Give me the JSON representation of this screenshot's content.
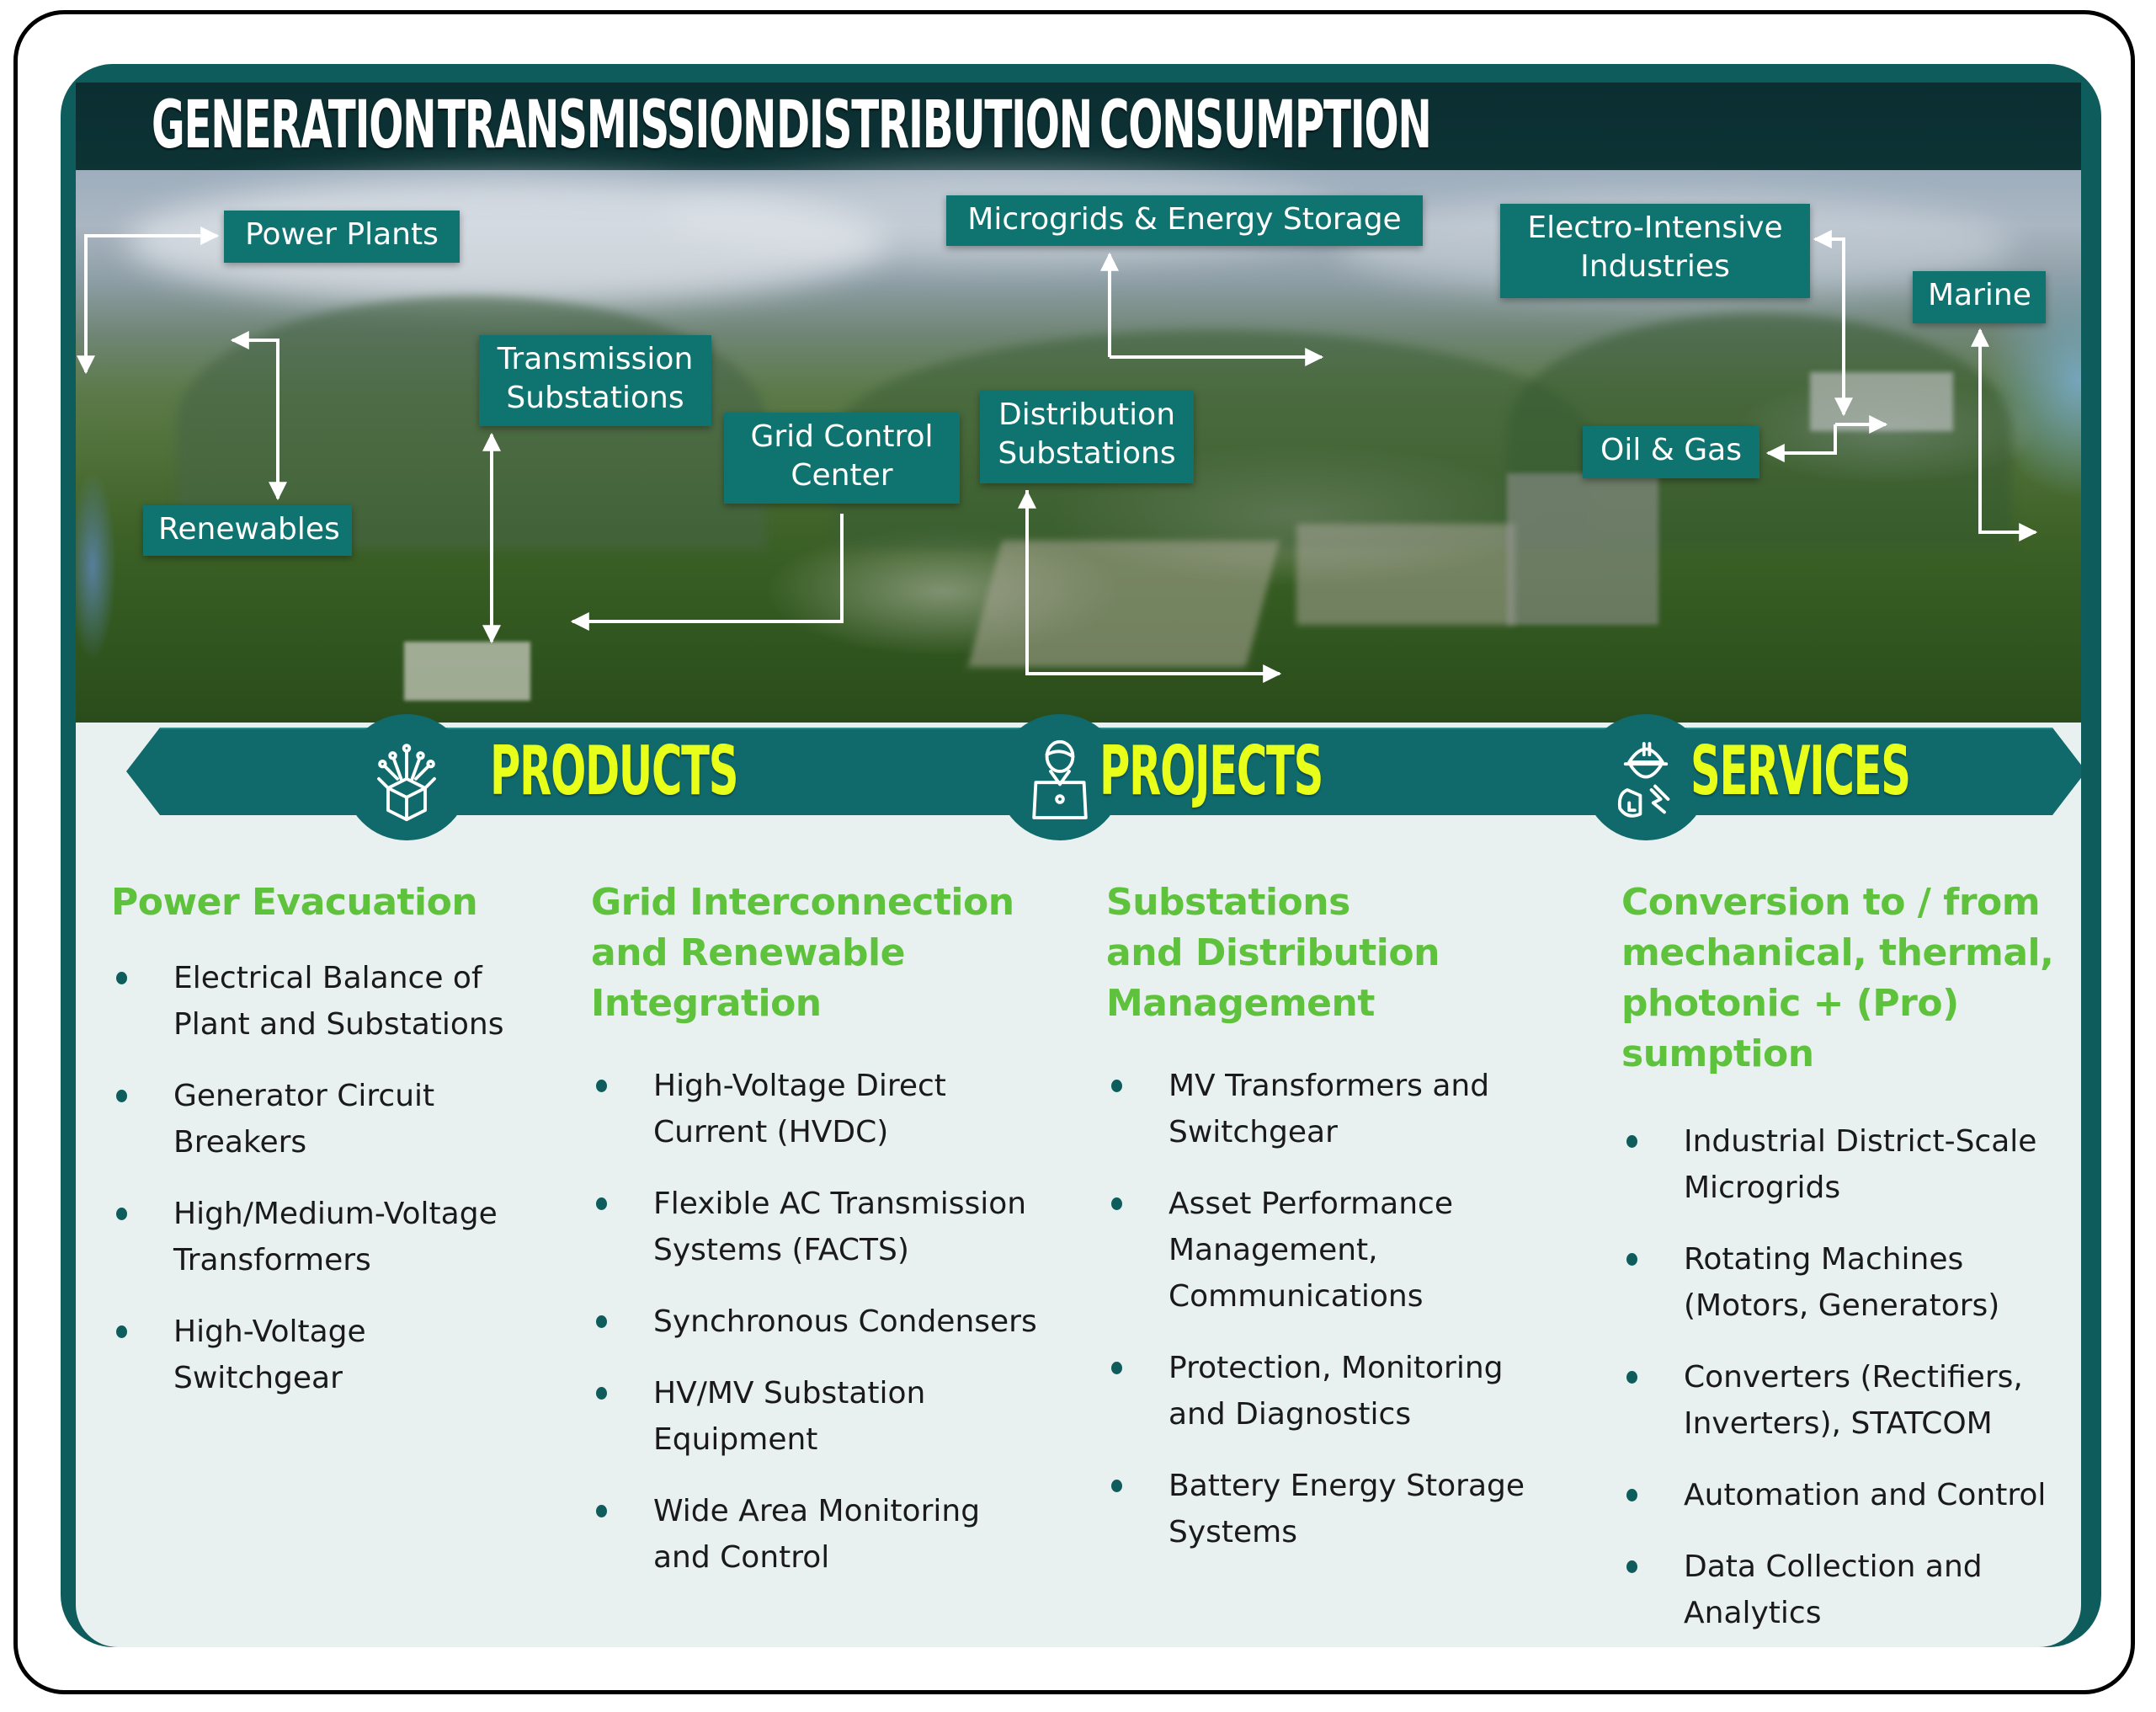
{
  "stages": [
    "GENERATION",
    "TRANSMISSION",
    "DISTRIBUTION",
    "CONSUMPTION"
  ],
  "callouts": {
    "power_plants": "Power Plants",
    "renewables": "Renewables",
    "transmission_substations": [
      "Transmission",
      "Substations"
    ],
    "grid_control_center": [
      "Grid Control",
      "Center"
    ],
    "distribution_substations": [
      "Distribution",
      "Substations"
    ],
    "microgrids_energy_storage": "Microgrids & Energy Storage",
    "electro_intensive_industries": [
      "Electro-Intensive",
      "Industries"
    ],
    "marine": "Marine",
    "oil_gas": "Oil & Gas"
  },
  "banner": {
    "items": [
      {
        "label": "PRODUCTS",
        "icon": "box-circuit-icon"
      },
      {
        "label": "PROJECTS",
        "icon": "engineer-laptop-icon"
      },
      {
        "label": "SERVICES",
        "icon": "worker-helmet-icon"
      }
    ],
    "accent_color": "#e8ff1a",
    "band_color": "#10696b"
  },
  "columns": [
    {
      "heading": [
        "Power Evacuation"
      ],
      "items": [
        [
          "Electrical Balance of",
          "Plant and Substations"
        ],
        [
          "Generator Circuit",
          "Breakers"
        ],
        [
          "High/Medium-Voltage",
          "Transformers"
        ],
        [
          "High-Voltage",
          "Switchgear"
        ]
      ]
    },
    {
      "heading": [
        "Grid Interconnection",
        "and Renewable",
        "Integration"
      ],
      "items": [
        [
          "High-Voltage Direct",
          "Current (HVDC)"
        ],
        [
          "Flexible AC Transmission",
          "Systems (FACTS)"
        ],
        [
          "Synchronous Condensers"
        ],
        [
          "HV/MV Substation",
          "Equipment"
        ],
        [
          "Wide Area Monitoring",
          "and Control"
        ]
      ]
    },
    {
      "heading": [
        "Substations",
        "and Distribution",
        "Management"
      ],
      "items": [
        [
          "MV Transformers and",
          "Switchgear"
        ],
        [
          "Asset Performance",
          "Management,",
          "Communications"
        ],
        [
          "Protection, Monitoring",
          "and Diagnostics"
        ],
        [
          "Battery Energy Storage",
          "Systems"
        ]
      ]
    },
    {
      "heading": [
        "Conversion to / from",
        "mechanical, thermal,",
        "photonic + (Pro)",
        "sumption"
      ],
      "items": [
        [
          "Industrial District-Scale",
          "Microgrids"
        ],
        [
          "Rotating Machines",
          "(Motors, Generators)"
        ],
        [
          "Converters (Rectifiers,",
          "Inverters), STATCOM"
        ],
        [
          "Automation and Control"
        ],
        [
          "Data Collection and",
          "Analytics"
        ]
      ]
    }
  ],
  "colors": {
    "frame_teal": "#0e5d5c",
    "callout_teal": "#0f7470",
    "heading_green": "#5fc23c",
    "header_dark": "#0b2e31"
  }
}
